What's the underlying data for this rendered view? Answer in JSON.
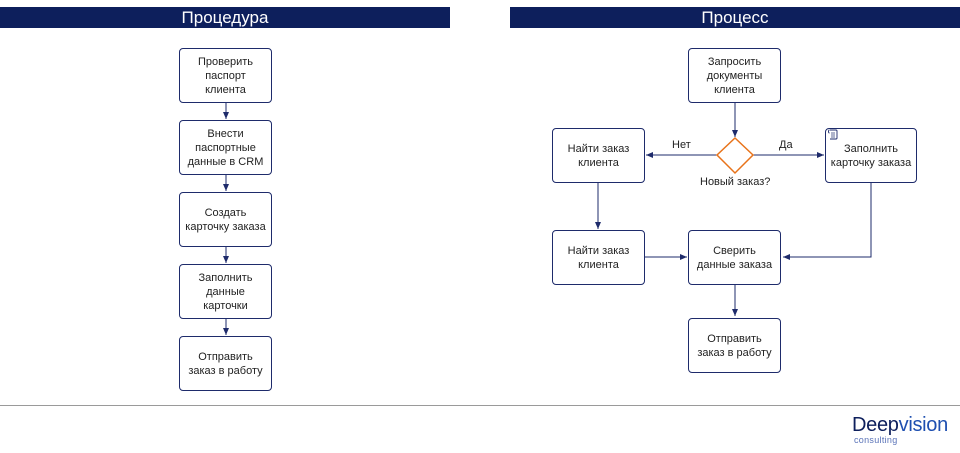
{
  "left_panel": {
    "title": "Процедура",
    "steps": [
      "Проверить паспорт клиента",
      "Внести паспортные данные в CRM",
      "Создать карточку заказа",
      "Заполнить данные карточки",
      "Отправить заказ в работу"
    ]
  },
  "right_panel": {
    "title": "Процесс",
    "nodes": {
      "request_docs": "Запросить документы клиента",
      "find_order_top": "Найти заказ клиента",
      "fill_card": "Заполнить карточку заказа",
      "find_order_bottom": "Найти заказ клиента",
      "verify": "Сверить данные заказа",
      "send": "Отправить заказ в работу"
    },
    "decision": {
      "label": "Новый заказ?",
      "no_label": "Нет",
      "yes_label": "Да"
    }
  },
  "logo": {
    "main_part1": "Deep",
    "main_part2": "vision",
    "sub": "consulting"
  },
  "colors": {
    "header_bg": "#0d1f5c",
    "box_border": "#1e2b6b",
    "decision": "#e8731a",
    "footer_line": "#9a9a9a"
  }
}
